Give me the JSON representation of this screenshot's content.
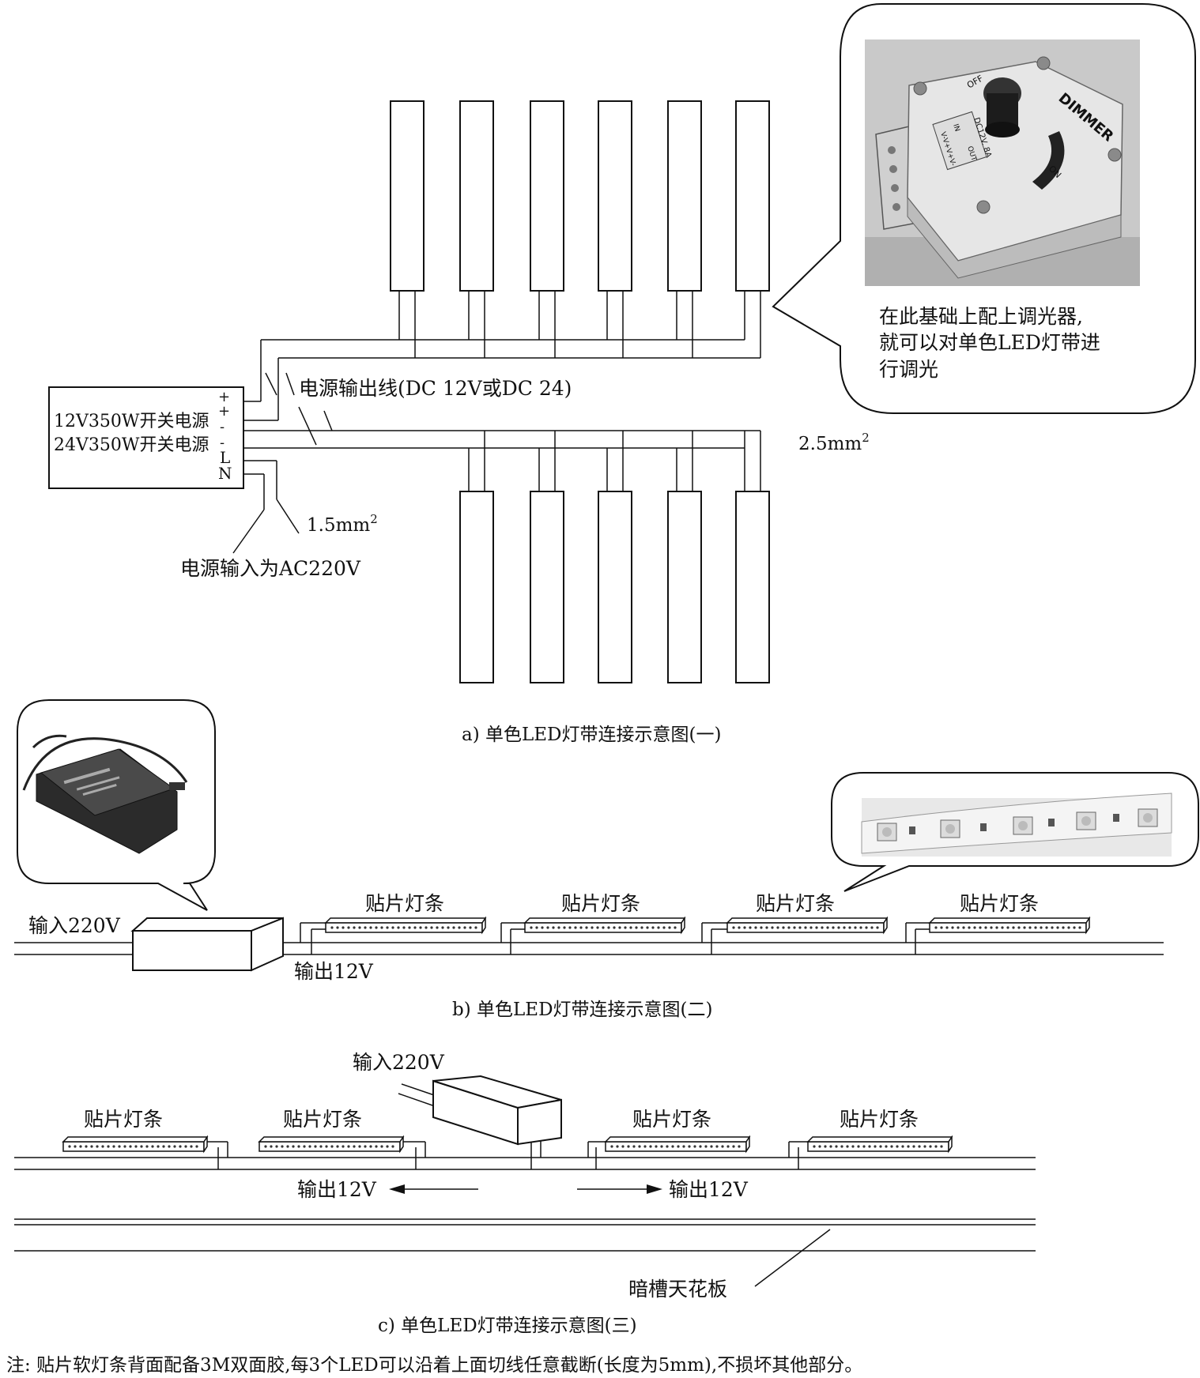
{
  "diagram_a": {
    "psu_lines": [
      "12V350W开关电源",
      "24V350W开关电源"
    ],
    "terminals": [
      "+",
      "+",
      "-",
      "-",
      "L",
      "N"
    ],
    "output_wire_label": "电源输出线(DC 12V或DC 24)",
    "wire_gauge_main": "2.5mm",
    "wire_gauge_input": "1.5mm",
    "superscript": "2",
    "input_label": "电源输入为AC220V",
    "dimmer_note": [
      "在此基础上配上调光器,",
      "就可以对单色LED灯带进",
      "行调光"
    ],
    "dimmer_photo": {
      "device_label": "DIMMER",
      "off": "OFF",
      "on": "ON",
      "spec": "DC12V. 8A",
      "in": "IN",
      "out": "OUT",
      "terminals": "V-V+V+V-"
    },
    "caption": "a) 单色LED灯带连接示意图(一)"
  },
  "diagram_b": {
    "input_label": "输入220V",
    "output_label": "输出12V",
    "strip_label": "贴片灯条",
    "caption": "b) 单色LED灯带连接示意图(二)"
  },
  "diagram_c": {
    "input_label": "输入220V",
    "output_label": "输出12V",
    "strip_label": "贴片灯条",
    "ceiling_label": "暗槽天花板",
    "caption": "c) 单色LED灯带连接示意图(三)"
  },
  "note": "注: 贴片软灯条背面配备3M双面胶,每3个LED可以沿着上面切线任意截断(长度为5mm),不损坏其他部分。",
  "colors": {
    "line": "#111111",
    "photo_bg": "#b5b5b5",
    "device": "#e3e3e3",
    "knob": "#222222"
  }
}
